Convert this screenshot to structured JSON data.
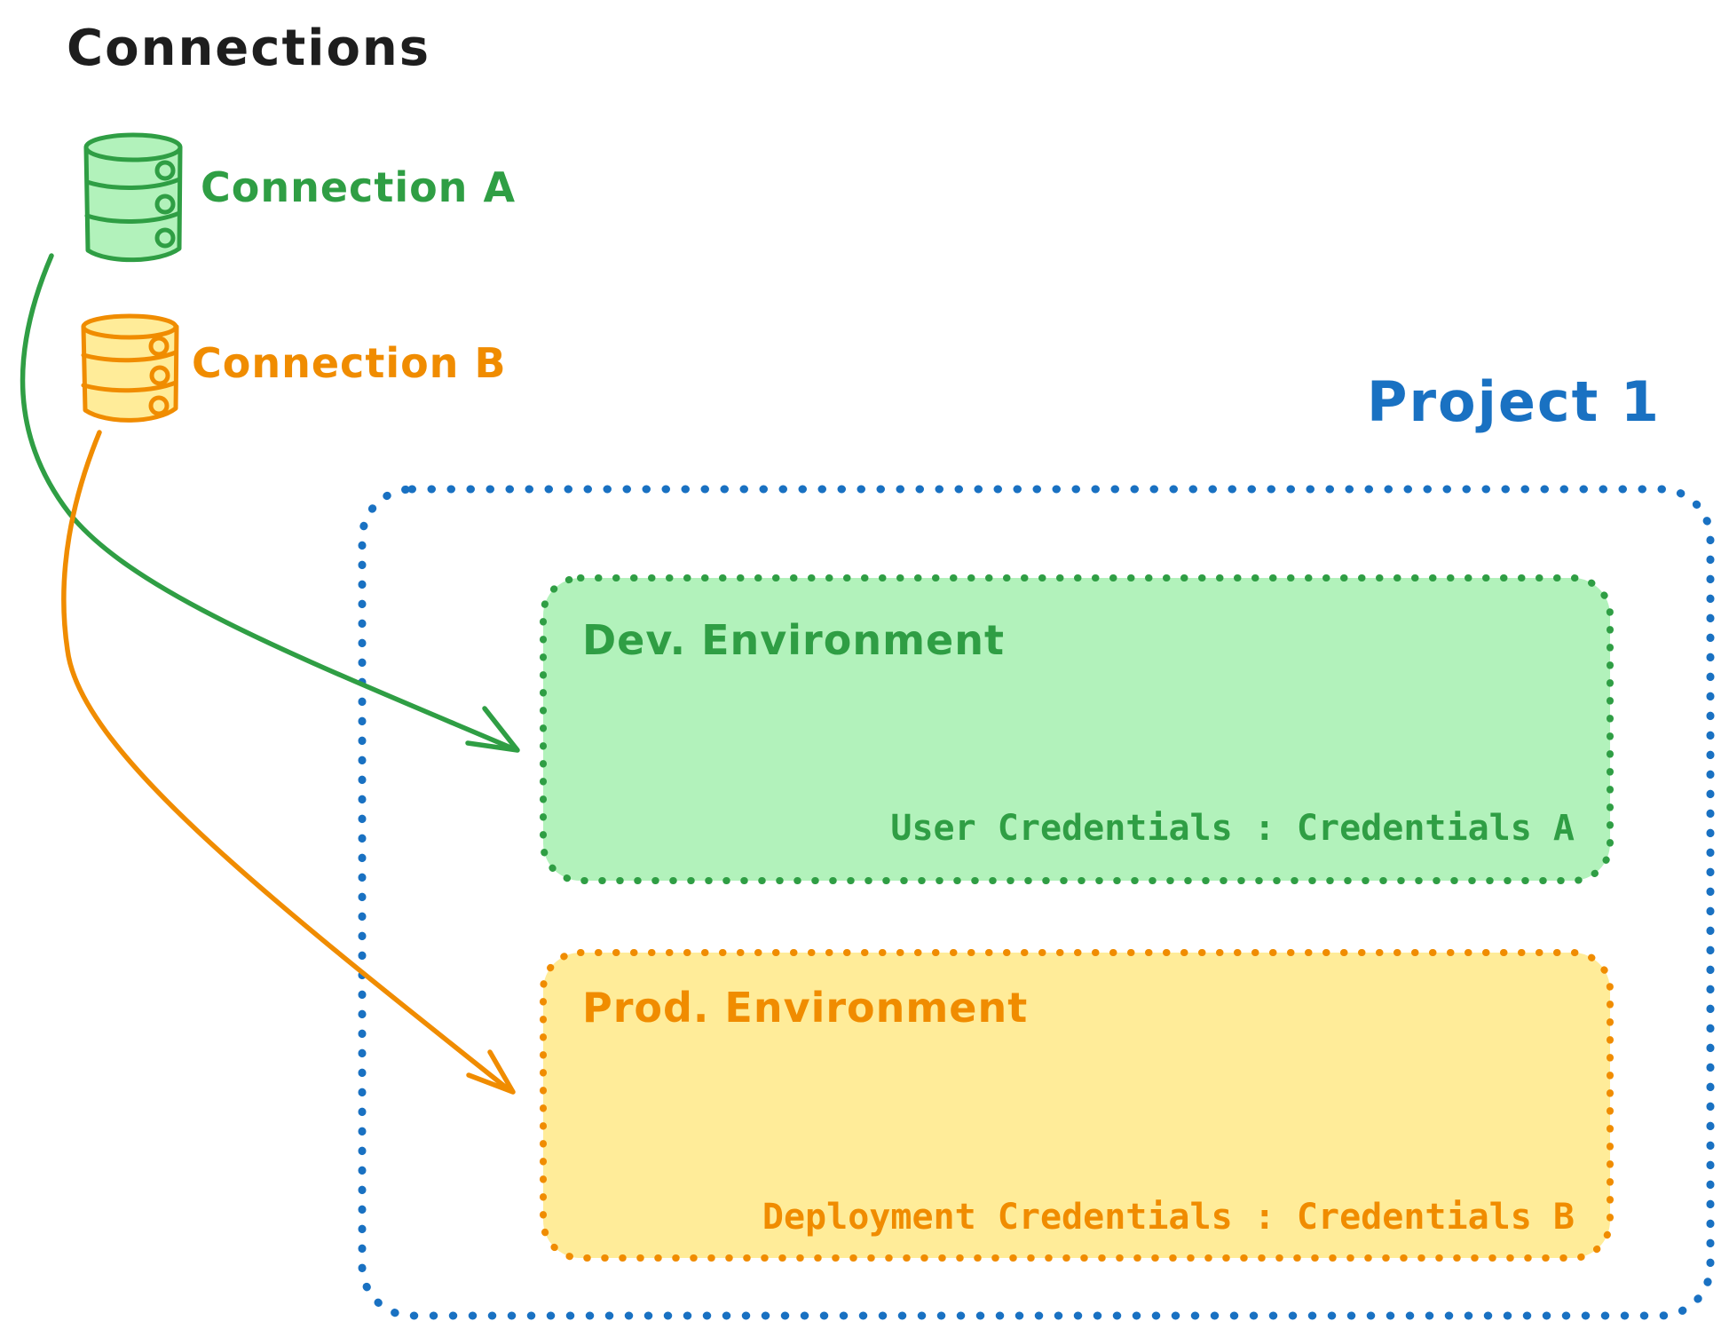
{
  "title": "Connections",
  "palette": {
    "text_dark": "#1e1e1e",
    "green_stroke": "#2f9e44",
    "green_fill": "#b2f2bb",
    "orange_stroke": "#f08c00",
    "orange_fill": "#ffec99",
    "blue_stroke": "#1971c2",
    "background": "#ffffff"
  },
  "connections": [
    {
      "label": "Connection A",
      "color": "#2f9e44",
      "icon": "database-icon"
    },
    {
      "label": "Connection B",
      "color": "#f08c00",
      "icon": "database-icon"
    }
  ],
  "project": {
    "label": "Project 1",
    "border_color": "#1971c2",
    "environments": [
      {
        "name": "Dev. Environment",
        "credentials_label": "User Credentials : Credentials A",
        "stroke": "#2f9e44",
        "fill": "#b2f2bb"
      },
      {
        "name": "Prod. Environment",
        "credentials_label": "Deployment Credentials : Credentials B",
        "stroke": "#f08c00",
        "fill": "#ffec99"
      }
    ]
  },
  "arrows": [
    {
      "from": "Connection A",
      "to": "Dev. Environment",
      "color": "#2f9e44"
    },
    {
      "from": "Connection B",
      "to": "Prod. Environment",
      "color": "#f08c00"
    }
  ]
}
